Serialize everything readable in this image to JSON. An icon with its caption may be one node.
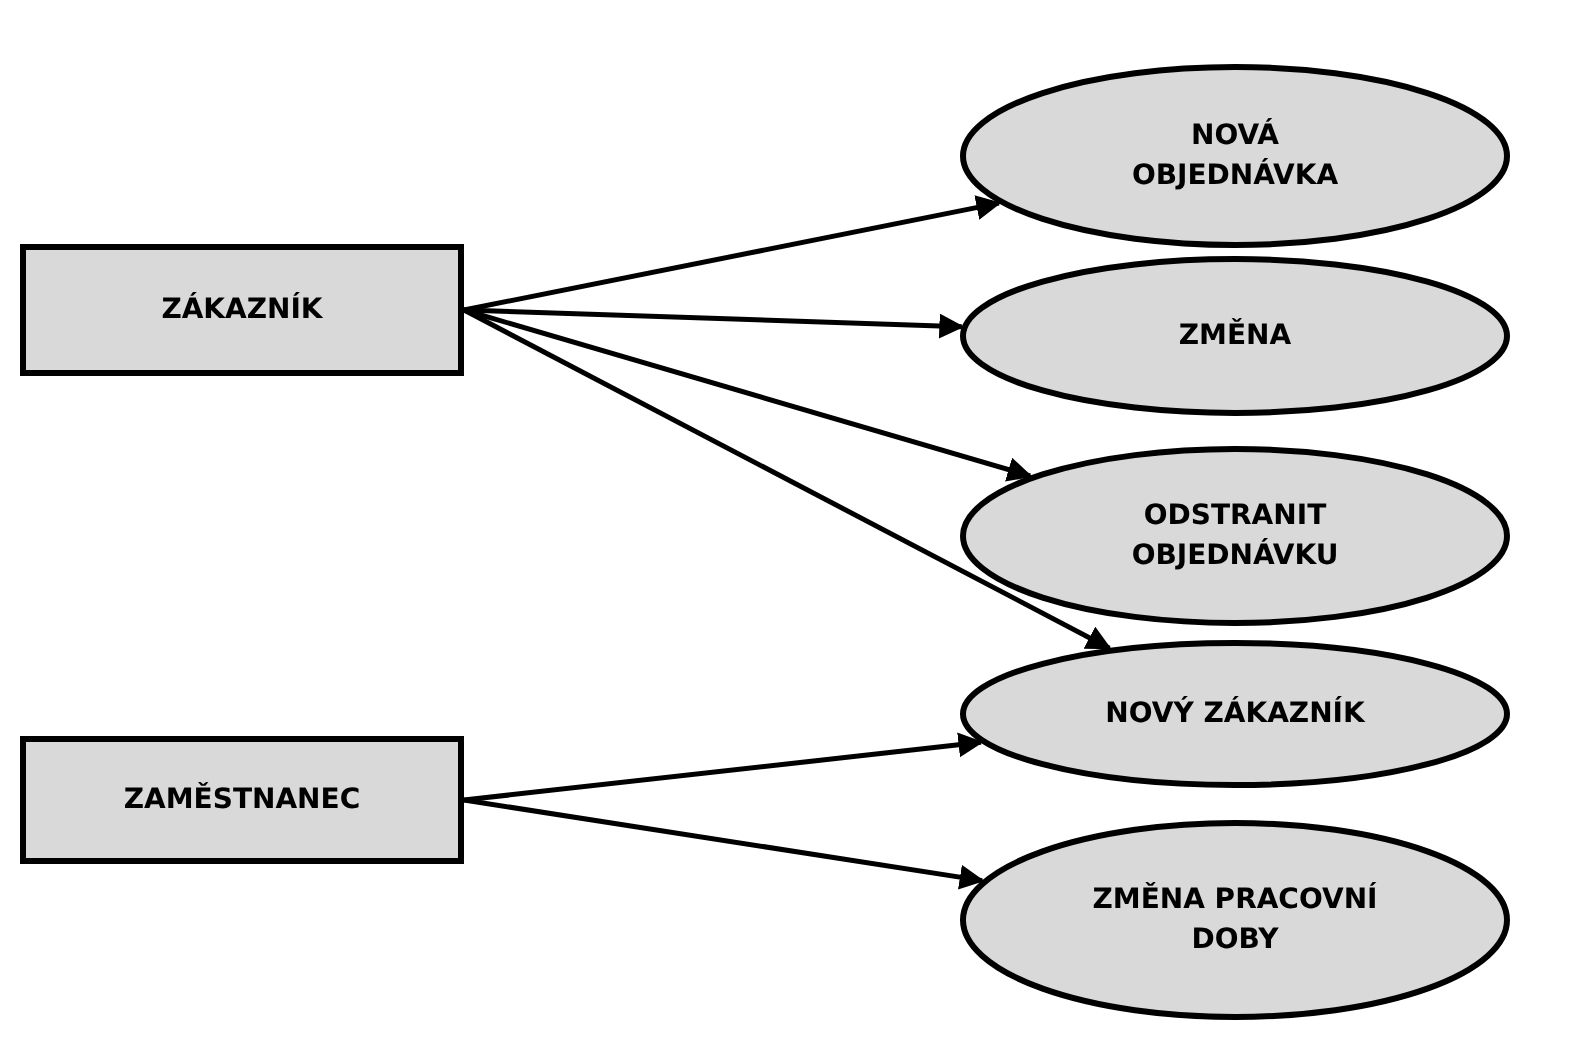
{
  "diagram": {
    "nodes": [
      {
        "text": [
          "ZÁKAZNÍK"
        ]
      },
      {
        "text": [
          "ZAMĚSTNANEC"
        ]
      },
      {
        "text": [
          "NOVÁ OBJEDNÁVKA"
        ]
      },
      {
        "text": [
          "ZMĚNA"
        ]
      },
      {
        "text": [
          "ODSTRANIT OBJEDNÁVKU"
        ]
      },
      {
        "text": [
          "NOVÝ ZÁKAZNÍK"
        ]
      },
      {
        "text": [
          "ZMĚNA PRACOVNÍ DOBY"
        ]
      }
    ],
    "edges": [
      {
        "from": 0,
        "to": 2,
        "arrow": "to"
      },
      {
        "from": 0,
        "to": 3,
        "arrow": "to"
      },
      {
        "from": 0,
        "to": 4,
        "arrow": "to"
      },
      {
        "from": 0,
        "to": 5,
        "arrow": "to"
      },
      {
        "from": 1,
        "to": 5,
        "arrow": "to"
      },
      {
        "from": 1,
        "to": 6,
        "arrow": "to"
      }
    ]
  }
}
